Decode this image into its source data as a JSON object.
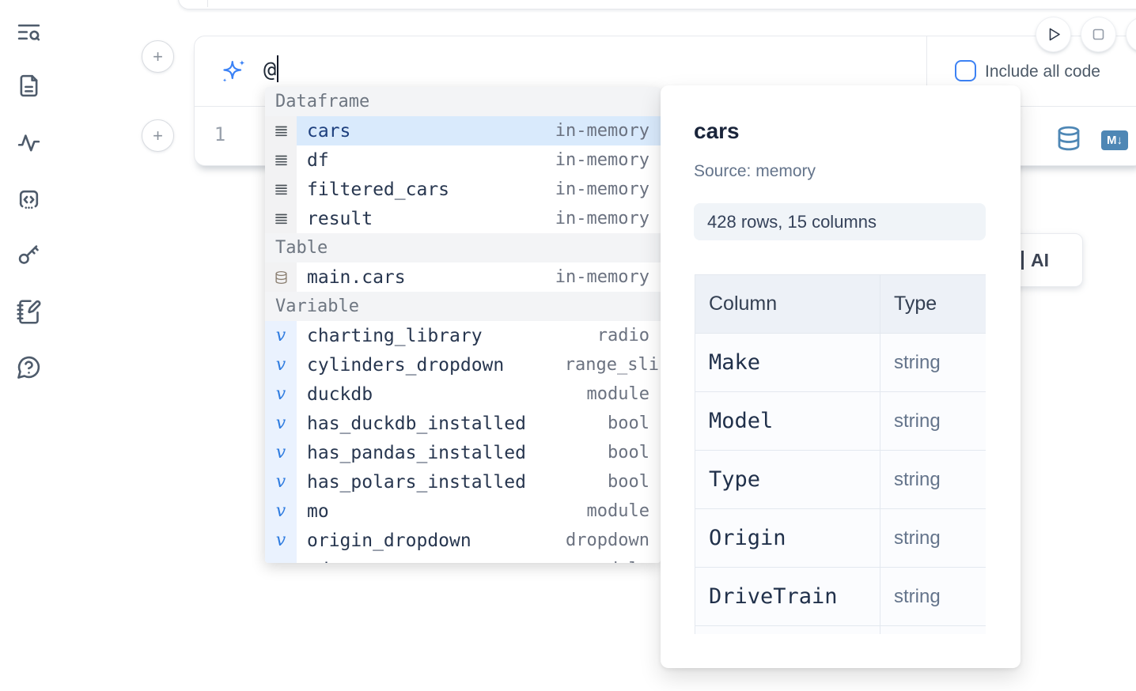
{
  "sidebar": {
    "icons": [
      "text-search",
      "file-document",
      "activity",
      "code-snippet",
      "key",
      "notebook-pen",
      "help-chat"
    ]
  },
  "prev_cell": {
    "note": "bottom edge of previous cell"
  },
  "add_buttons": {
    "plus": "+"
  },
  "prompt": {
    "value": "@",
    "include_all_code": {
      "label": "Include all code",
      "checked": false
    }
  },
  "editor": {
    "line_number": "1",
    "markdown_badge": "M↓"
  },
  "autocomplete": {
    "rows": [
      {
        "kind": "header",
        "label": "Dataframe"
      },
      {
        "kind": "item",
        "icon": "dataframe-icon",
        "name": "cars",
        "type": "in-memory",
        "selected": true
      },
      {
        "kind": "item",
        "icon": "dataframe-icon",
        "name": "df",
        "type": "in-memory",
        "selected": false
      },
      {
        "kind": "item",
        "icon": "dataframe-icon",
        "name": "filtered_cars",
        "type": "in-memory",
        "selected": false
      },
      {
        "kind": "item",
        "icon": "dataframe-icon",
        "name": "result",
        "type": "in-memory",
        "selected": false
      },
      {
        "kind": "header",
        "label": "Table"
      },
      {
        "kind": "item",
        "icon": "database-icon",
        "name": "main.cars",
        "type": "in-memory",
        "selected": false
      },
      {
        "kind": "header",
        "label": "Variable"
      },
      {
        "kind": "variable",
        "icon": "variable-icon",
        "name": "charting_library",
        "type": "radio"
      },
      {
        "kind": "variable",
        "icon": "variable-icon",
        "name": "cylinders_dropdown",
        "type": "range_sli"
      },
      {
        "kind": "variable",
        "icon": "variable-icon",
        "name": "duckdb",
        "type": "module"
      },
      {
        "kind": "variable",
        "icon": "variable-icon",
        "name": "has_duckdb_installed",
        "type": "bool"
      },
      {
        "kind": "variable",
        "icon": "variable-icon",
        "name": "has_pandas_installed",
        "type": "bool"
      },
      {
        "kind": "variable",
        "icon": "variable-icon",
        "name": "has_polars_installed",
        "type": "bool"
      },
      {
        "kind": "variable",
        "icon": "variable-icon",
        "name": "mo",
        "type": "module"
      },
      {
        "kind": "variable",
        "icon": "variable-icon",
        "name": "origin_dropdown",
        "type": "dropdown"
      },
      {
        "kind": "variable",
        "icon": "variable-icon",
        "name": "pd",
        "type": "module",
        "clipped": true
      }
    ]
  },
  "preview": {
    "title": "cars",
    "source": "Source: memory",
    "shape_badge": "428 rows, 15 columns",
    "table": {
      "headers": [
        "Column",
        "Type"
      ],
      "rows": [
        {
          "column": "Make",
          "type": "string"
        },
        {
          "column": "Model",
          "type": "string"
        },
        {
          "column": "Type",
          "type": "string"
        },
        {
          "column": "Origin",
          "type": "string"
        },
        {
          "column": "DriveTrain",
          "type": "string"
        },
        {
          "column": "",
          "type": ""
        }
      ]
    }
  },
  "ai_card": {
    "label": "AI"
  },
  "colors": {
    "accent_blue": "#3b82f6",
    "steel_blue": "#4e87b5",
    "selection_bg": "#d9eafc",
    "header_bg": "#f3f4f6",
    "panel_badge_bg": "#f0f4f8"
  }
}
